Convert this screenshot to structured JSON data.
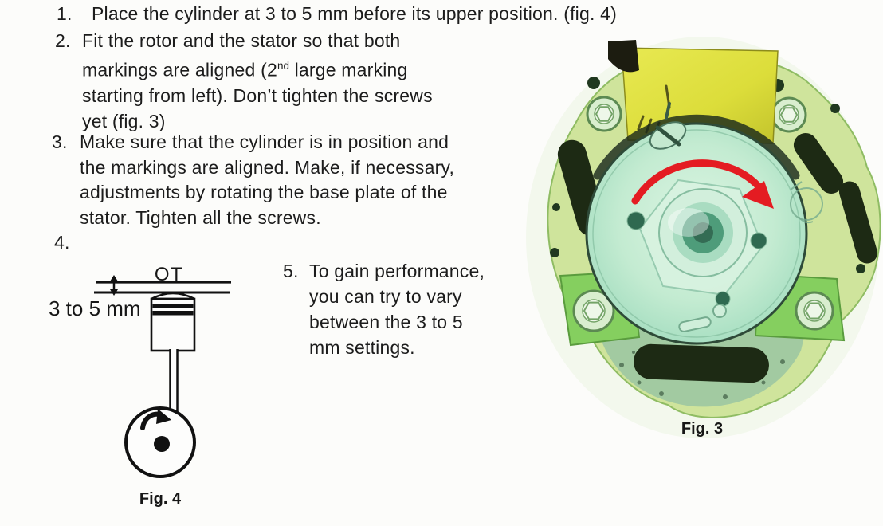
{
  "colors": {
    "text": "#1c1c1c",
    "diagram_line": "#111111",
    "red_arrow": "#e41c22",
    "coil_yellow": "#dcdd3a",
    "coil_shadow": "#8c8c1c",
    "plate_green": "#cfe49c",
    "plate_edge": "#8fbc63",
    "bracket_green": "#85cf5f",
    "rotor_green": "#b5e5c8",
    "rotor_rim": "#2e4a38",
    "hub_ring": "#a9dcc1",
    "hole_teal": "#4e9c7a",
    "hole_teal_dark": "#346c54",
    "slot_dark": "#1d2a14",
    "screw_fill": "#d9eecf",
    "screw_edge": "#5c8a52",
    "crankcase_green": "#9cc6a2",
    "emboss_line": "#74ab8e"
  },
  "instructions": {
    "items": [
      {
        "number": "1.",
        "lines": [
          "Place the cylinder at 3 to 5 mm before its upper position. (fig. 4)"
        ]
      },
      {
        "number": "2.",
        "line1": "Fit the rotor and the stator so that both",
        "line2_pre": "markings are aligned (2",
        "line2_sup": "nd",
        "line2_post": " large marking",
        "line3": "starting from left). Don’t tighten the screws",
        "line4": "yet (fig. 3)"
      },
      {
        "number": "3.",
        "lines": [
          "Make sure that the cylinder is in position and",
          "the markings are aligned. Make, if necessary,",
          "adjustments by rotating the base plate of the",
          "stator. Tighten all the screws."
        ]
      },
      {
        "number": "4."
      },
      {
        "number": "5.",
        "lines": [
          "To gain performance,",
          "you can try to vary",
          "between the 3 to 5",
          "mm settings."
        ]
      }
    ]
  },
  "fig4": {
    "ot_label": "OT",
    "measurement_label": "3 to 5 mm",
    "caption": "Fig. 4"
  },
  "fig3": {
    "caption": "Fig. 3"
  }
}
